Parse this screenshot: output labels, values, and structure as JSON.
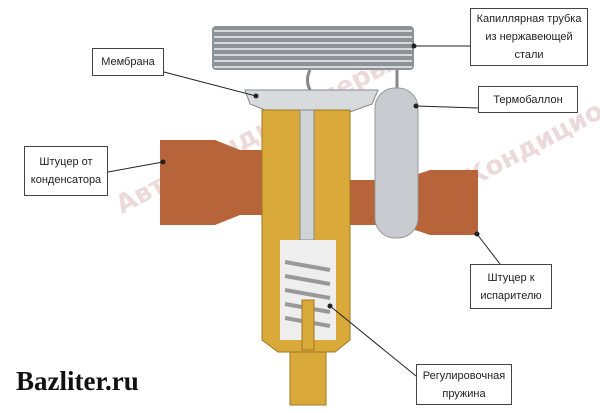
{
  "labels": {
    "capillary": "Капиллярная трубка из нержавеющей стали",
    "membrane": "Мембрана",
    "bulb": "Термобаллон",
    "inlet": "Штуцер от конденсатора",
    "outlet": "Штуцер к испарителю",
    "spring": "Регулировочная пружина"
  },
  "brand": "Bazliter.ru",
  "watermark": "Авто Кондиционеры.com",
  "colors": {
    "brass": "#d9a93a",
    "copper": "#b8643a",
    "steel": "#b8bcc0"
  }
}
